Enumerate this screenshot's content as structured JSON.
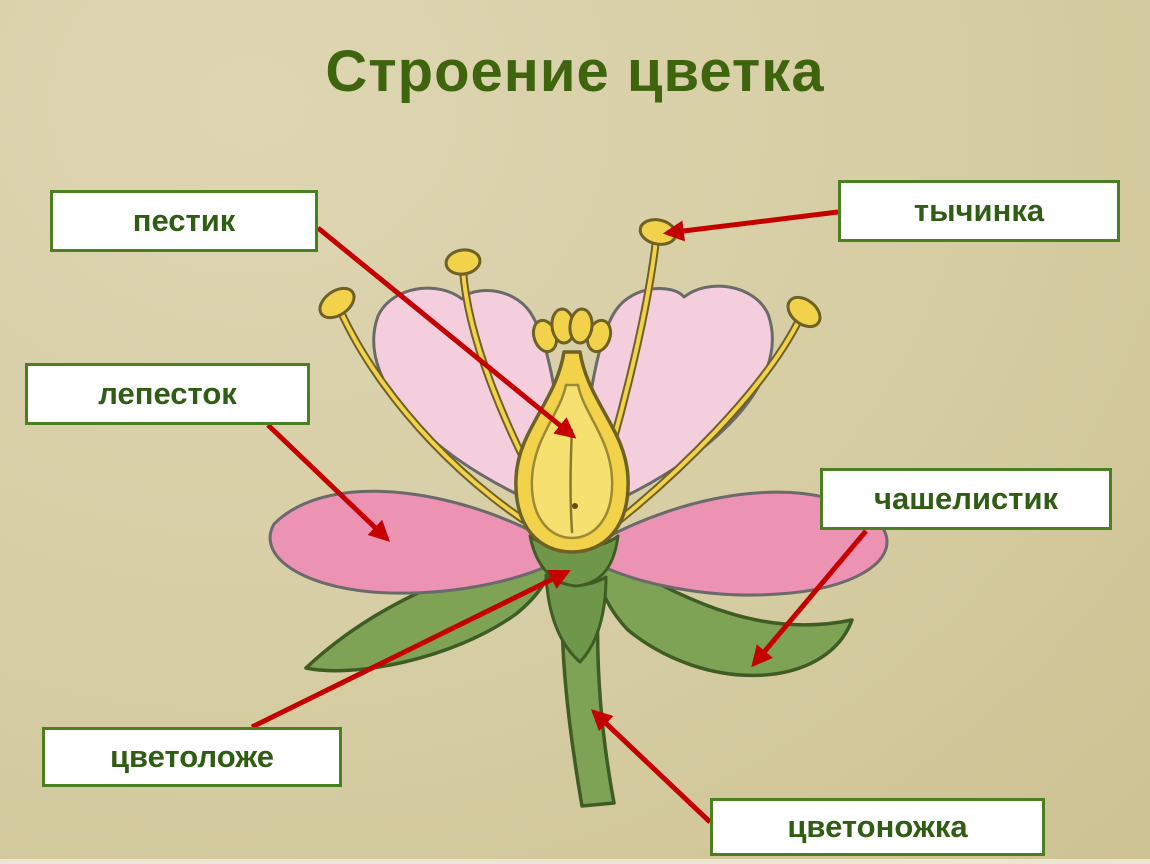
{
  "title": "Строение цветка",
  "labels": [
    {
      "id": "pestik",
      "text": "пестик"
    },
    {
      "id": "tychinka",
      "text": "тычинка"
    },
    {
      "id": "lepestok",
      "text": "лепесток"
    },
    {
      "id": "chashelistik",
      "text": "чашелистик"
    },
    {
      "id": "tsvetolozhe",
      "text": "цветоложе"
    },
    {
      "id": "tsvetonozhka",
      "text": "цветоножка"
    }
  ],
  "colors": {
    "background": "#d6cda3",
    "title_green": "#3f640e",
    "label_green": "#2f5d13",
    "box_border": "#4b8022",
    "arrow_red": "#c40000",
    "petal_light": "#f5cede",
    "petal_dark": "#ec93b4",
    "stamen_yellow": "#f2d14b",
    "leaf_green": "#7fa355"
  }
}
